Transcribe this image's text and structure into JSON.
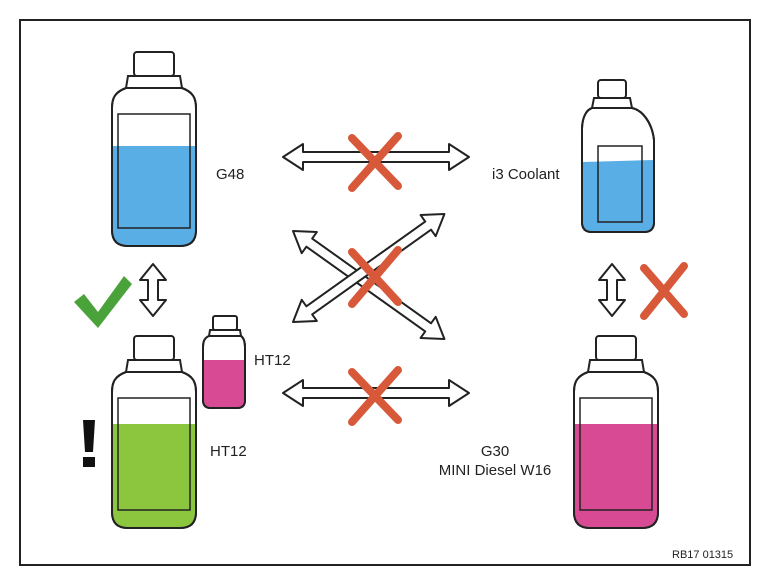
{
  "labels": {
    "g48": "G48",
    "i3": "i3 Coolant",
    "ht12_small": "HT12",
    "ht12_large": "HT12",
    "g30_line1": "G30",
    "g30_line2": "MINI Diesel W16"
  },
  "reference": "RB17 01315",
  "colors": {
    "blue": "#5aaee6",
    "pink": "#d84a93",
    "green": "#8cc63f",
    "red_cross": "#d8583a",
    "check_green": "#4aa33a",
    "outline": "#222222"
  },
  "icons": {
    "incompatible": "red-cross-icon",
    "compatible": "green-check-icon",
    "warning": "exclamation-icon"
  }
}
